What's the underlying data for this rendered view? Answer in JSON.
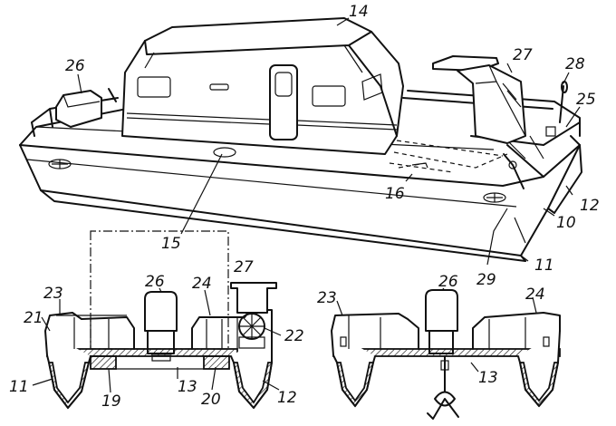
{
  "reference_numerals": {
    "cabin": "14",
    "seat_rear": "26",
    "console": "27",
    "tiller": "28",
    "railing": "25",
    "hull_end": "12",
    "hull_side": "10",
    "hull_left": "11",
    "hull_bottom": "11",
    "frame": "16",
    "window": "15",
    "mount": "29",
    "rail_left": "23",
    "seat_front": "26",
    "rail_right": "24",
    "console_front": "27",
    "deck_edge": "21",
    "helm": "22",
    "hull_float_left": "11",
    "hull_float_right": "12",
    "bracket_left": "19",
    "deck_center": "13",
    "bracket_right": "20",
    "rail_left_2": "23",
    "seat_2": "26",
    "rail_right_2": "24",
    "deck_center_2": "13"
  }
}
